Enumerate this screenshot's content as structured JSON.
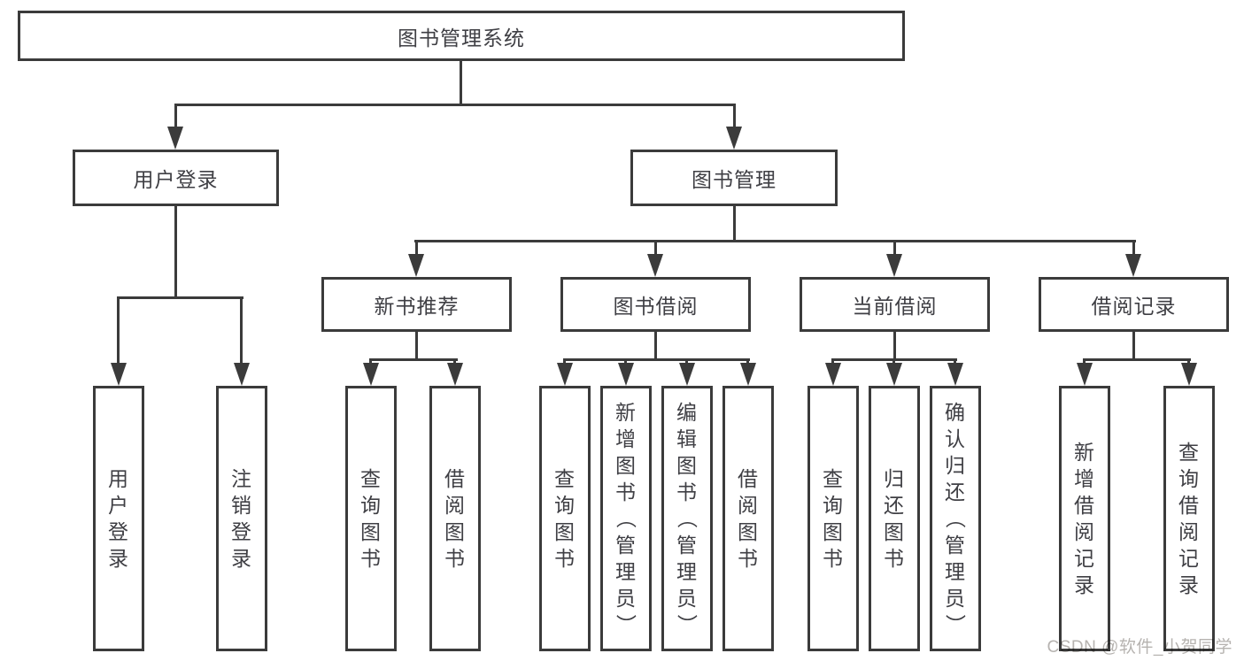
{
  "colors": {
    "line": "#3b3b3b",
    "text": "#3f3f44",
    "watermark": "#b6b3b0",
    "background": "#ffffff"
  },
  "nodes": {
    "root": {
      "label": "图书管理系统"
    },
    "userLogin": {
      "label": "用户登录"
    },
    "bookMgmt": {
      "label": "图书管理"
    },
    "newBookRec": {
      "label": "新书推荐"
    },
    "bookBorrow": {
      "label": "图书借阅"
    },
    "currentBorrow": {
      "label": "当前借阅"
    },
    "borrowRecords": {
      "label": "借阅记录"
    },
    "leafUserLogin": {
      "label": "用户登录"
    },
    "leafLogout": {
      "label": "注销登录"
    },
    "leafQueryBooksRec": {
      "label": "查询图书"
    },
    "leafBorrowBooksRec": {
      "label": "借阅图书"
    },
    "leafQueryBooksBorrow": {
      "label": "查询图书"
    },
    "leafAddBooksAdmin": {
      "label": "新增图书（管理员）"
    },
    "leafEditBooksAdmin": {
      "label": "编辑图书（管理员）"
    },
    "leafBorrowBooks": {
      "label": "借阅图书"
    },
    "leafQueryBooksCurrent": {
      "label": "查询图书"
    },
    "leafReturnBooks": {
      "label": "归还图书"
    },
    "leafConfirmReturnAdmin": {
      "label": "确认归还（管理员）"
    },
    "leafAddBorrowRecord": {
      "label": "新增借阅记录"
    },
    "leafQueryBorrowRecord": {
      "label": "查询借阅记录"
    }
  },
  "hierarchy": {
    "图书管理系统": {
      "用户登录": [
        "用户登录",
        "注销登录"
      ],
      "图书管理": {
        "新书推荐": [
          "查询图书",
          "借阅图书"
        ],
        "图书借阅": [
          "查询图书",
          "新增图书（管理员）",
          "编辑图书（管理员）",
          "借阅图书"
        ],
        "当前借阅": [
          "查询图书",
          "归还图书",
          "确认归还（管理员）"
        ],
        "借阅记录": [
          "新增借阅记录",
          "查询借阅记录"
        ]
      }
    }
  },
  "watermark": {
    "text": "CSDN @软件_小贺同学"
  }
}
